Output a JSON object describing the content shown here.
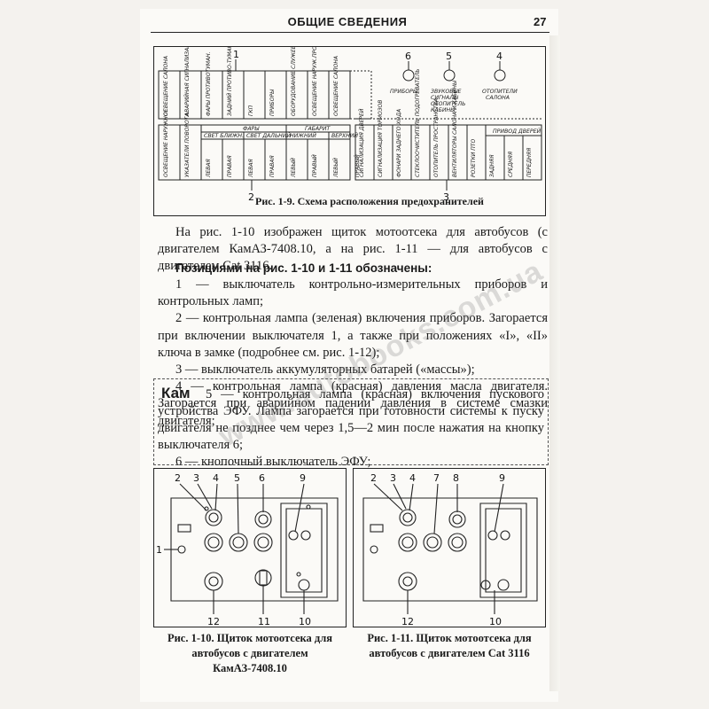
{
  "header": {
    "title": "ОБЩИЕ СВЕДЕНИЯ",
    "page_number": "27"
  },
  "figure_1_9": {
    "caption": "Рис. 1-9. Схема расположения предохранителей",
    "callouts": [
      "1",
      "2",
      "3",
      "4",
      "5",
      "6"
    ],
    "top_left_labels": [
      "ОСВЕЩЕНИЕ САЛОНА",
      "АВАРИЙНАЯ СИГНАЛИЗАЦИЯ",
      "ФАРЫ ПРОТИВОТУМАН.",
      "ЗАДНИЙ ПРОТИВО-ТУМАННЫЙ ФОНАРЬ",
      "ГКП",
      "ПРИБОРЫ",
      "ОБОРУДОВАНИЕ СЛУЖЕБНОЕ",
      "ОСВЕЩЕНИЕ НАРУЖ.ПРОСТРАНСТВА",
      "ОСВЕЩЕНИЕ САЛОНА"
    ],
    "group_labels": {
      "fary": "ФАРЫ",
      "gabarit": "ГАБАРИТ",
      "svet_blizh": "СВЕТ БЛИЖН.",
      "svet_dal": "СВЕТ ДАЛЬНИЙ",
      "nizhn": "НИЖНИЙ",
      "verkh": "ВЕРХНИЙ",
      "privod": "ПРИВОД ДВЕРЕЙ"
    },
    "bottom_left_labels": [
      "ОСВЕЩЕНИЕ НАРУЖНОЕ",
      "УКАЗАТЕЛИ ПОВОРОТА",
      "ЛЕВАЯ",
      "ПРАВАЯ",
      "ЛЕВАЯ",
      "ПРАВАЯ",
      "ЛЕВЫЙ",
      "ПРАВЫЙ",
      "ЛЕВЫЙ",
      "ПРАВЫЙ"
    ],
    "bottom_right_labels": [
      "СИГНАЛИЗАЦИЯ ДВЕРЕЙ",
      "СИГНАЛИЗАЦИЯ ТОРМОЗОВ",
      "ФОНАРИ ЗАДНЕГО ХОДА",
      "СТЕКЛООЧИСТИТЕЛЬ ПОДОГРЕВАТЕЛЬ",
      "ОТОПИТЕЛЬ ПРОСТРАНСТВА",
      "ВЕНТИЛЯТОРЫ САЛОНА И КАБИНЫ",
      "РОЗЕТКИ ПТО",
      "ЗАДНЯЯ",
      "СРЕДНЯЯ",
      "ПЕРЕДНЯЯ"
    ],
    "right_labels": {
      "six": "ПРИБОРЫ",
      "five": "ЗВУКОВЫЕ СИГНАЛЫ ОТОПИТЕЛЬ КАБИНЫ",
      "four": "ОТОПИТЕЛИ САЛОНА"
    }
  },
  "text": {
    "p1": "На рис. 1-10 изображен щиток мотоотсека для автобусов (с двигателем КамАЗ-7408.10, а на рис. 1-11 — для автобусов с двигателем Cat 3116.",
    "p2": "Позициями на рис. 1-10 и 1-11 обозначены:",
    "items": [
      "1 — выключатель контрольно-измерительных приборов и контрольных ламп;",
      "2 — контрольная лампа (зеленая) включения приборов. Загорается при включении выключателя 1, а также при положениях «I», «II» ключа в замке (подробнее см. рис. 1-12);",
      "3 — выключатель аккумуляторных батарей («массы»);",
      "4 — контрольная лампа (красная) давления масла двигателя. Загорается при аварийном падении давления в системе смазки двигателя;"
    ]
  },
  "kam": {
    "tag": "Кам",
    "item5": "5 — контрольная лампа (красная) включения пускового устройства ЭФУ. Лампа загорается при готовности системы к пуску двигателя не позднее чем через 1,5—2 мин после нажатия на кнопку выключателя 6;",
    "item6": "6 — кнопочный выключатель ЭФУ;"
  },
  "figure_1_10": {
    "caption": "Рис. 1-10. Щиток мотоотсека для автобусов с двигателем КамАЗ-7408.10",
    "labels": {
      "n1": "1",
      "n2": "2",
      "n3": "3",
      "n4": "4",
      "n5": "5",
      "n6": "6",
      "n9": "9",
      "n10": "10",
      "n11": "11",
      "n12": "12"
    }
  },
  "figure_1_11": {
    "caption": "Рис. 1-11. Щиток мотоотсека для автобусов с двигателем Cat 3116",
    "labels": {
      "n2": "2",
      "n3": "3",
      "n4": "4",
      "n7": "7",
      "n8": "8",
      "n9": "9",
      "n10": "10",
      "n12": "12"
    }
  },
  "watermark": "www.autobooks.com.ua"
}
